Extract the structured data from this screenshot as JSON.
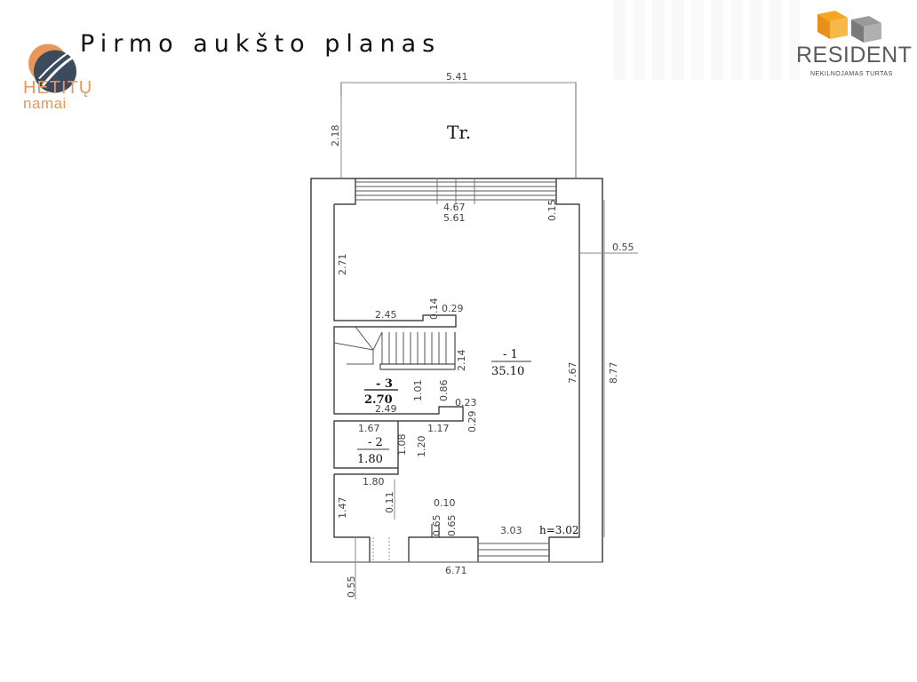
{
  "header": {
    "title": "Pirmo aukšto planas",
    "left_logo_line1": "HETITŲ",
    "left_logo_line2": "namai",
    "right_logo_name": "RESIDENT",
    "right_logo_sub": "NEKILNOJAMAS TURTAS"
  },
  "colors": {
    "hetitu_orange": "#e8965a",
    "resident_orange": "#f5a623",
    "resident_gray": "#8a8a8a",
    "logo_dark": "#3b4a5c"
  },
  "plan": {
    "terrace_label": "Tr.",
    "dims": {
      "terrace_width": "5.41",
      "terrace_depth": "2.18",
      "inner_top_a": "4.67",
      "inner_top_b": "5.61",
      "wall_small": "0.15",
      "wall_right": "0.55",
      "left_upper": "2.71",
      "partition_len": "2.45",
      "p_014": "0.14",
      "p_029": "0.29",
      "stair_h": "2.14",
      "p_101": "1.01",
      "p_086": "0.86",
      "p_249": "2.49",
      "p_023": "0.23",
      "p_029b": "0.29",
      "p_167": "1.67",
      "p_117": "1.17",
      "p_108": "1.08",
      "p_120": "1.20",
      "p_180": "1.80",
      "p_011": "0.11",
      "p_147": "1.47",
      "p_010": "0.10",
      "p_065a": "0.65",
      "p_065b": "0.65",
      "p_303": "3.03",
      "inner_height": "7.67",
      "outer_height": "8.77",
      "outer_width": "6.71",
      "bottom_wall": "0.55",
      "ceiling_height": "h=3.02"
    },
    "rooms": [
      {
        "number": "- 1",
        "area": "35.10"
      },
      {
        "number": "- 2",
        "area": "1.80"
      },
      {
        "number": "- 3",
        "area": "2.70"
      }
    ]
  }
}
